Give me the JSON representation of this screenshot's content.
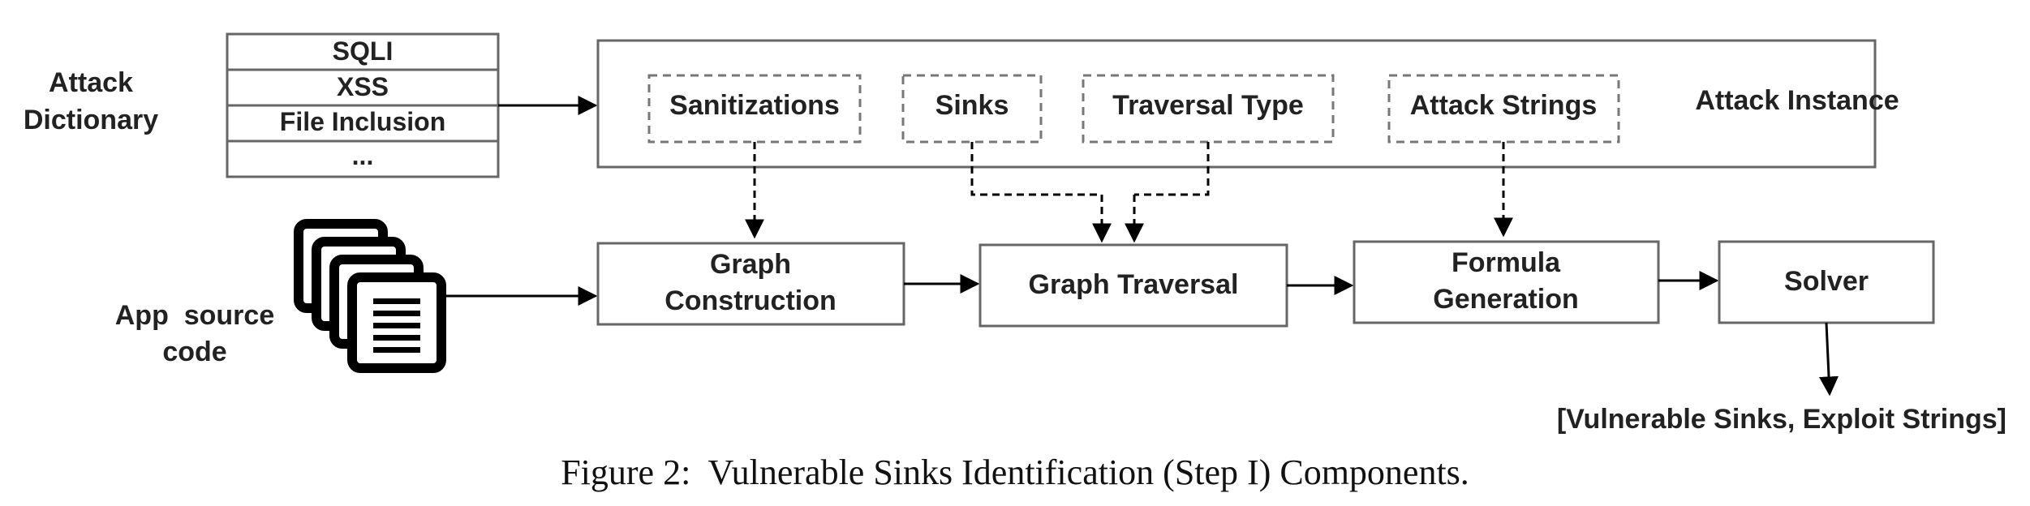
{
  "attack_dictionary": {
    "label_line1": "Attack",
    "label_line2": "Dictionary",
    "entries": [
      "SQLI",
      "XSS",
      "File Inclusion",
      "..."
    ]
  },
  "attack_instance": {
    "label": "Attack Instance",
    "components": [
      "Sanitizations",
      "Sinks",
      "Traversal Type",
      "Attack Strings"
    ]
  },
  "app_source": {
    "label_line1": "App  source",
    "label_line2": "code"
  },
  "pipeline": {
    "graph_construction": [
      "Graph",
      "Construction"
    ],
    "graph_traversal": "Graph Traversal",
    "formula_generation": [
      "Formula",
      "Generation"
    ],
    "solver": "Solver"
  },
  "output_label": "[Vulnerable Sinks, Exploit Strings]",
  "caption": "Figure 2:  Vulnerable Sinks Identification (Step I) Components.",
  "colors": {
    "box_stroke": "#666666",
    "dashed_stroke": "#777777",
    "arrow": "#000000",
    "text": "#222222"
  }
}
